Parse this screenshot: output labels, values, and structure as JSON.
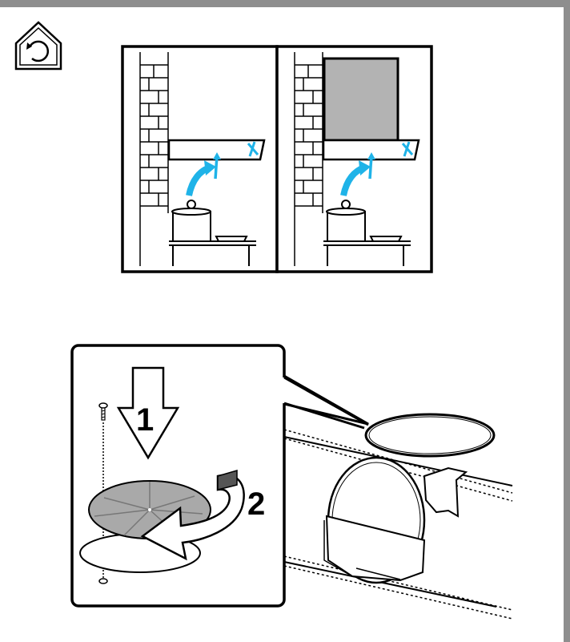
{
  "icon": "recirculation-house-icon",
  "panels": [
    {
      "id": "recirculation-without-cabinet",
      "arrow_color": "#1fb3e8"
    },
    {
      "id": "recirculation-with-cabinet",
      "arrow_color": "#1fb3e8",
      "cabinet_color": "#b3b3b3"
    }
  ],
  "steps": {
    "step1": "1",
    "step2": "2"
  },
  "colors": {
    "border": "#8e8e8e",
    "airflow": "#1fb3e8",
    "filter": "#a9a9a9",
    "filter_tab": "#555555"
  }
}
